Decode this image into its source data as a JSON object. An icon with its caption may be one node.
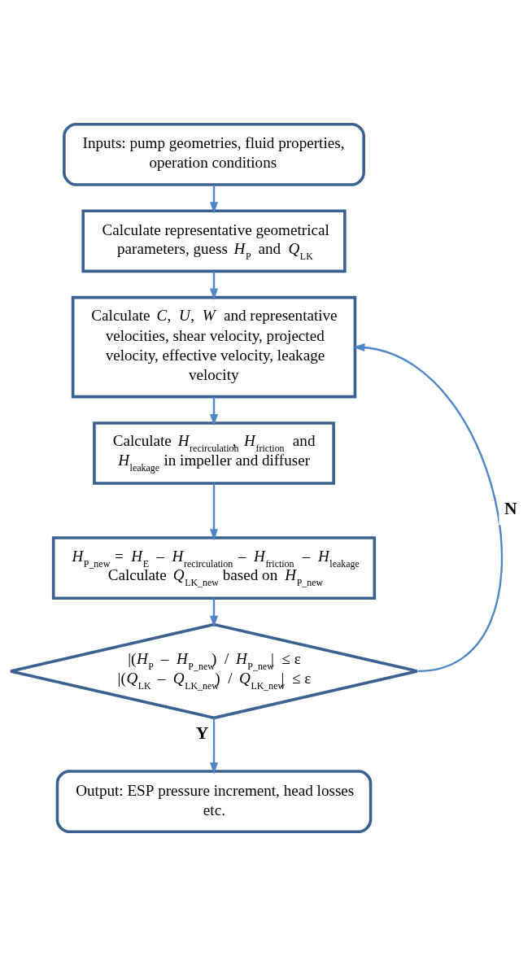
{
  "diagram": {
    "nodes": [
      {
        "text": [
          "Inputs: pump geometries, fluid properties, operation conditions"
        ]
      },
      {
        "text": [
          "Calculate representative geometrical parameters, guess *H*$_{P}$ and *Q*$_{LK}$"
        ]
      },
      {
        "text": [
          "Calculate *C*, *U*, *W* and representative velocities, shear velocity, projected velocity, effective velocity, leakage velocity"
        ]
      },
      {
        "text": [
          "Calculate *H*$_{recirculation}$, *H*$_{friction}$ and *H*$_{leakage}$ in impeller and diffuser"
        ]
      },
      {
        "text": [
          "*H*$_{P_new}$ = *H*$_{E}$ – *H*$_{recirculation}$ – *H*$_{friction}$ – *H*$_{leakage}$",
          "Calculate *Q*$_{LK_new}$ based on *H*$_{P_new}$"
        ]
      },
      {
        "text": [
          "|(*H*$_{P}$ – *H*$_{P_new}$) / *H*$_{P_new}$| ≤ ε",
          "|(*Q*$_{LK}$ – *Q*$_{LK_new}$) / *Q*$_{LK_new}$| ≤ ε"
        ]
      },
      {
        "text": [
          "Output: ESP pressure increment, head losses etc."
        ]
      }
    ],
    "edges": [
      {
        "from": 0,
        "to": 1,
        "arrow": "to"
      },
      {
        "from": 1,
        "to": 2,
        "arrow": "to"
      },
      {
        "from": 2,
        "to": 3,
        "arrow": "to"
      },
      {
        "from": 3,
        "to": 4,
        "arrow": "to"
      },
      {
        "from": 4,
        "to": 5,
        "arrow": "to"
      },
      {
        "from": 5,
        "to": 6,
        "arrow": "to",
        "label": "Y"
      },
      {
        "from": 5,
        "to": 2,
        "arrow": "to",
        "label": "N"
      }
    ]
  }
}
